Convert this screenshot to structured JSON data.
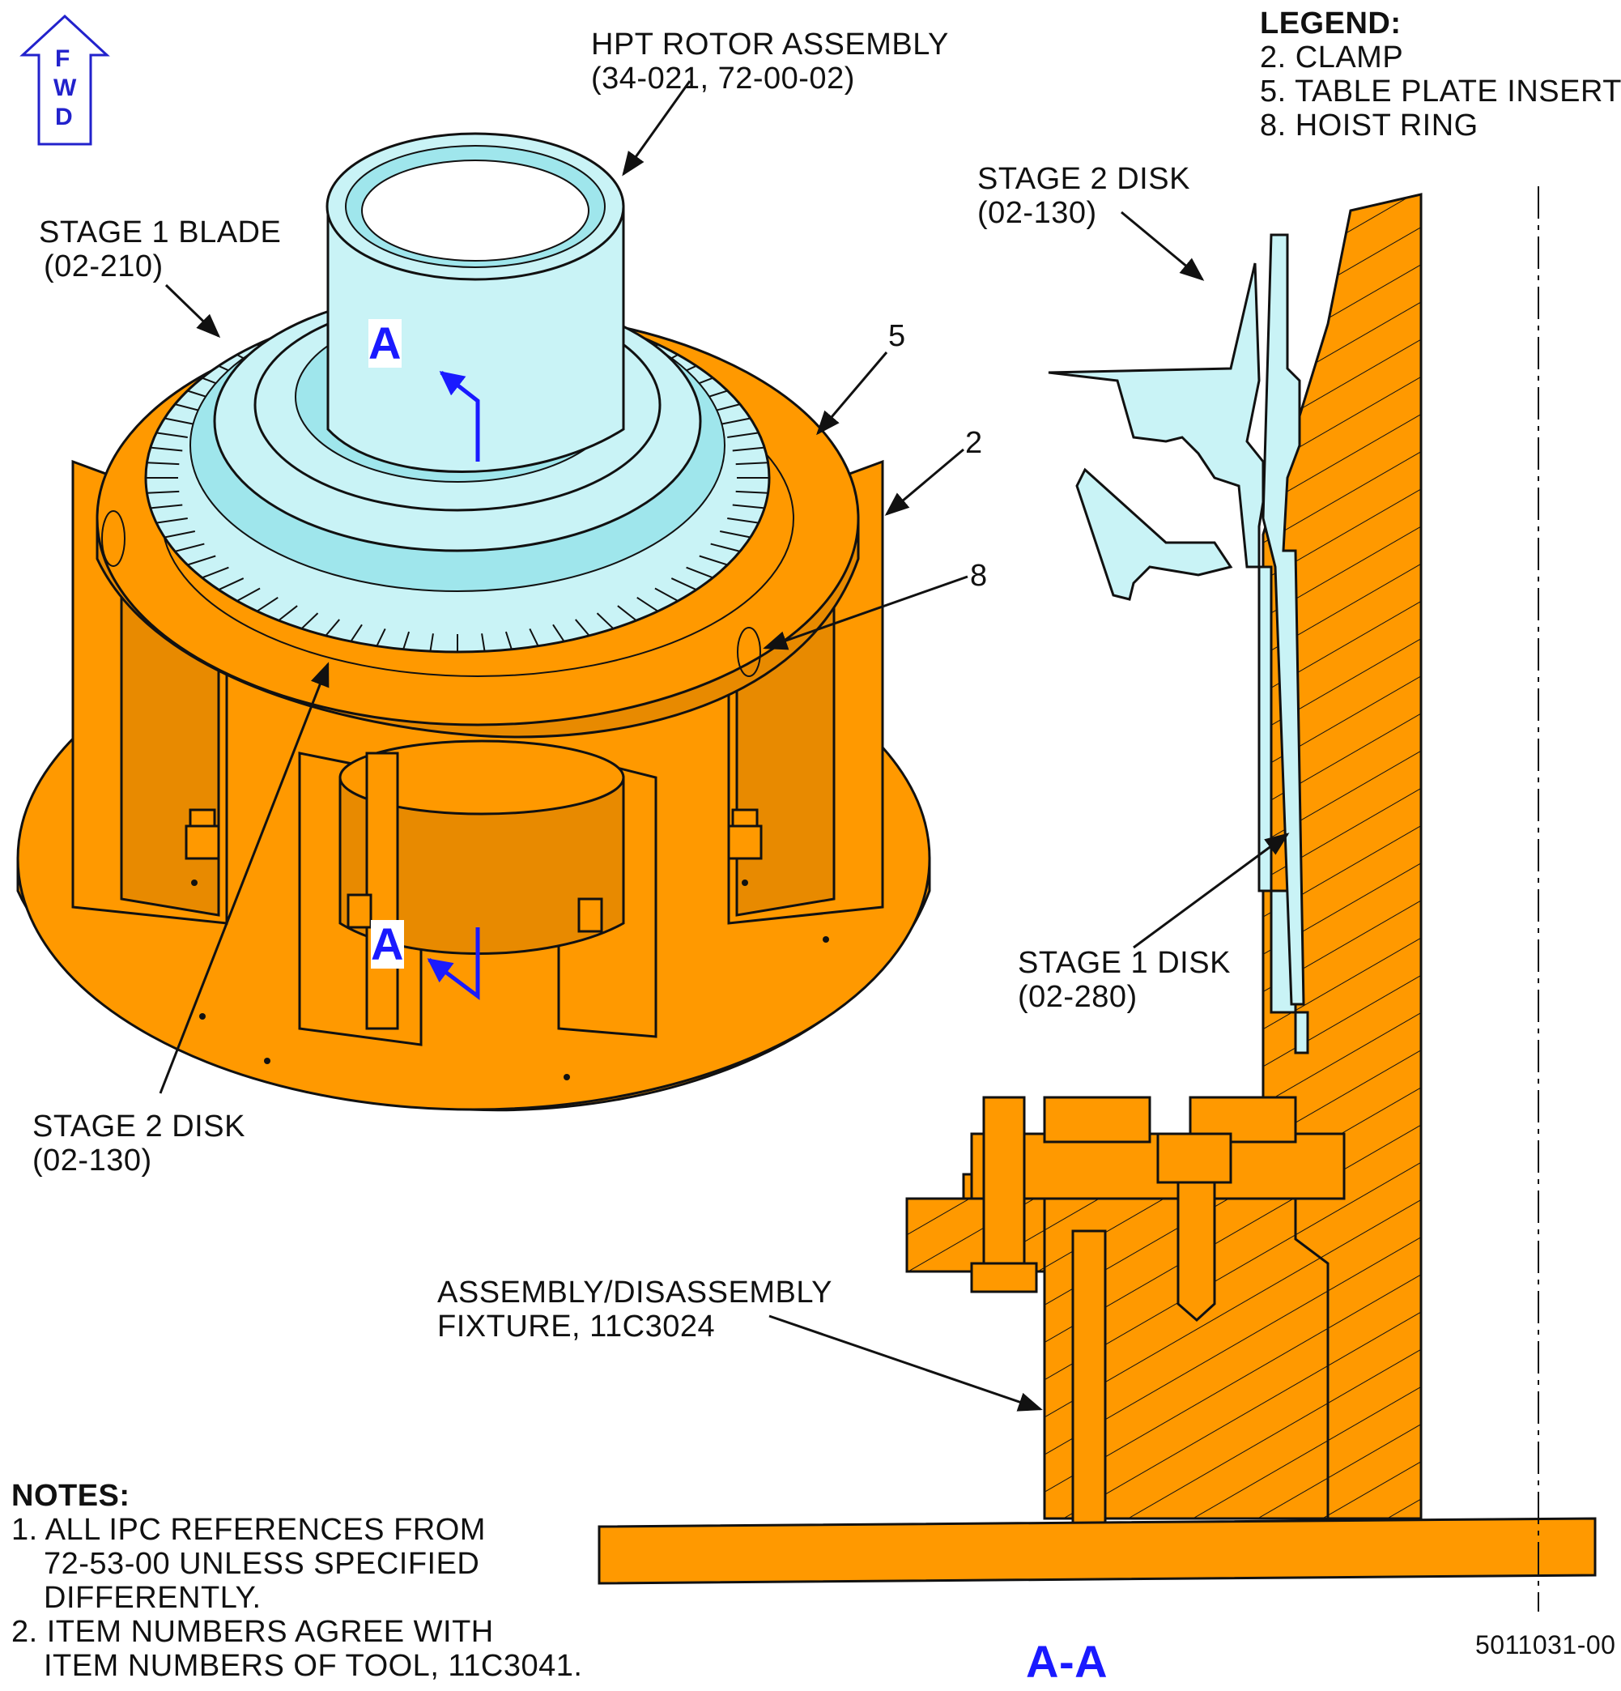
{
  "fwd_arrow": {
    "letters": [
      "F",
      "W",
      "D"
    ],
    "color": "#2222cc"
  },
  "labels": {
    "hpt_rotor": [
      "HPT ROTOR ASSEMBLY",
      "(34-021, 72-00-02)"
    ],
    "stage1_blade": [
      "STAGE 1 BLADE",
      "(02-210)"
    ],
    "stage2_disk_iso": [
      "STAGE 2 DISK",
      "(02-130)"
    ],
    "stage2_disk_section": [
      "STAGE 2 DISK",
      "(02-130)"
    ],
    "stage1_disk": [
      "STAGE 1 DISK",
      "(02-280)"
    ],
    "fixture": [
      "ASSEMBLY/DISASSEMBLY",
      "FIXTURE, 11C3024"
    ],
    "item5": "5",
    "item2": "2",
    "item8": "8"
  },
  "legend": {
    "title": "LEGEND:",
    "items": [
      "2. CLAMP",
      "5. TABLE PLATE INSERT",
      "8. HOIST RING"
    ]
  },
  "notes": {
    "title": "NOTES:",
    "items": [
      [
        "1. ALL IPC REFERENCES FROM",
        "72-53-00 UNLESS SPECIFIED",
        "DIFFERENTLY."
      ],
      [
        "2. ITEM NUMBERS AGREE WITH",
        "ITEM NUMBERS OF TOOL, 11C3041."
      ]
    ]
  },
  "section_marks": {
    "upper": "A",
    "lower": "A",
    "view_title": "A-A"
  },
  "figure_id": "5011031-00",
  "colors": {
    "fixture": "#FF9900",
    "part": "#C9F3F6",
    "section_label": "#1a1aff"
  }
}
